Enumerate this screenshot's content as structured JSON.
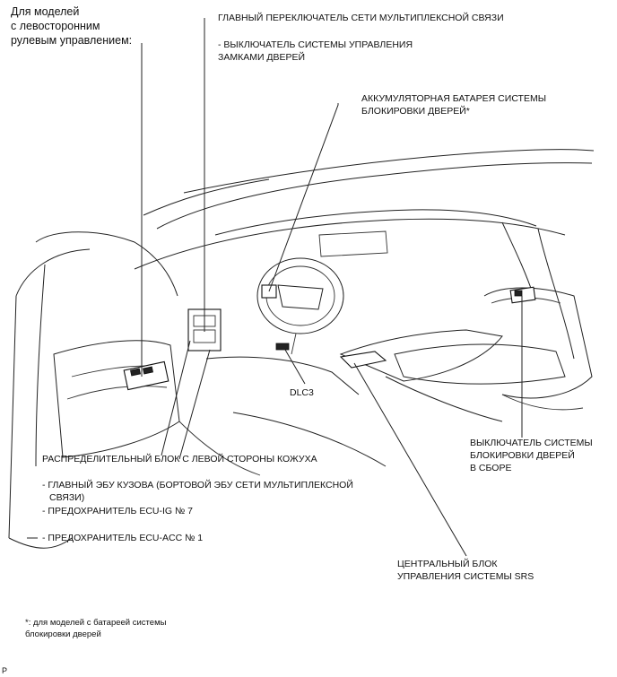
{
  "model_note": [
    "Для моделей",
    "с левосторонним",
    "рулевым управлением:"
  ],
  "labels": {
    "main_switch": "ГЛАВНЫЙ ПЕРЕКЛЮЧАТЕЛЬ СЕТИ МУЛЬТИПЛЕКСНОЙ СВЯЗИ",
    "door_lock_switch": [
      "- ВЫКЛЮЧАТЕЛЬ СИСТЕМЫ УПРАВЛЕНИЯ",
      "ЗАМКАМИ ДВЕРЕЙ"
    ],
    "battery": [
      "АККУМУЛЯТОРНАЯ БАТАРЕЯ СИСТЕМЫ",
      "БЛОКИРОВКИ ДВЕРЕЙ*"
    ],
    "dlc3": "DLC3",
    "junction_block": "РАСПРЕДЕЛИТЕЛЬНЫЙ БЛОК С ЛЕВОЙ СТОРОНЫ КОЖУХА",
    "body_ecu": [
      "- ГЛАВНЫЙ ЭБУ КУЗОВА (БОРТОВОЙ ЭБУ СЕТИ МУЛЬТИПЛЕКСНОЙ",
      "СВЯЗИ)"
    ],
    "fuse_ig": "- ПРЕДОХРАНИТЕЛЬ ECU-IG № 7",
    "fuse_acc": "- ПРЕДОХРАНИТЕЛЬ ECU-ACC № 1",
    "door_lock_assy": [
      "ВЫКЛЮЧАТЕЛЬ СИСТЕМЫ",
      "БЛОКИРОВКИ ДВЕРЕЙ",
      "В СБОРЕ"
    ],
    "srs_unit": [
      "ЦЕНТРАЛЬНЫЙ БЛОК",
      "УПРАВЛЕНИЯ СИСТЕМЫ SRS"
    ],
    "footnote": [
      "*: для моделей с батареей системы",
      "блокировки дверей"
    ],
    "corner": "P"
  }
}
